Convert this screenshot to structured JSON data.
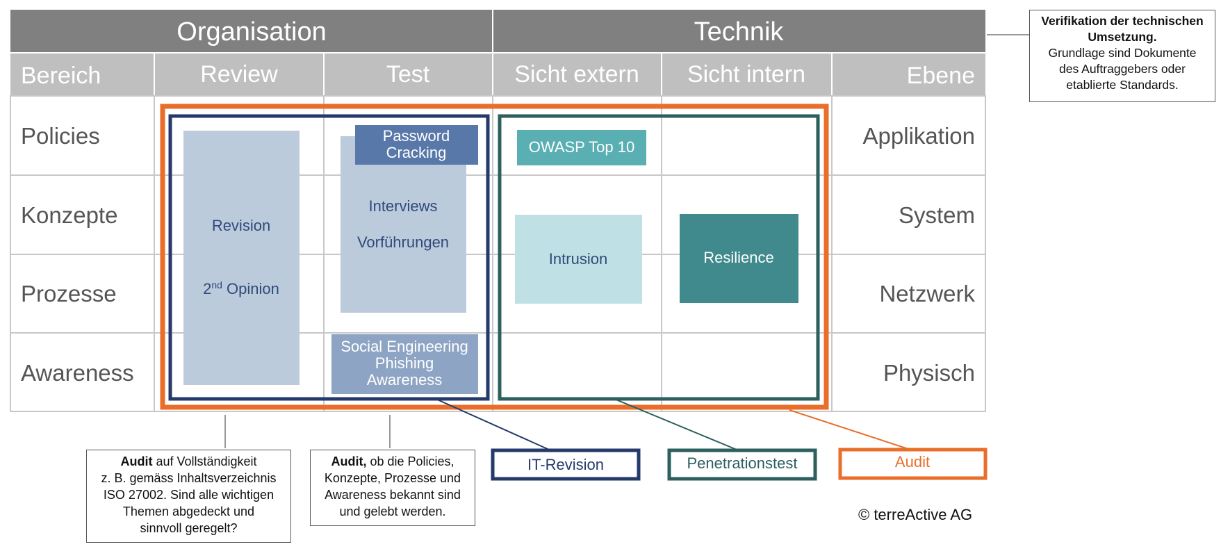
{
  "header": {
    "organisation": "Organisation",
    "technik": "Technik"
  },
  "columns": {
    "bereich": "Bereich",
    "review": "Review",
    "test": "Test",
    "sicht_extern": "Sicht extern",
    "sicht_intern": "Sicht intern",
    "ebene": "Ebene"
  },
  "rows_left": [
    "Policies",
    "Konzepte",
    "Prozesse",
    "Awareness"
  ],
  "rows_right": [
    "Applikation",
    "System",
    "Netzwerk",
    "Physisch"
  ],
  "boxes": {
    "revision": "Revision",
    "second_opinion_num": "2",
    "second_opinion_sup": "nd",
    "second_opinion_rest": " Opinion",
    "password_line1": "Password",
    "password_line2": "Cracking",
    "interviews": "Interviews",
    "vorfuehrungen": "Vorführungen",
    "social_line1": "Social Engineering",
    "social_line2": "Phishing",
    "social_line3": "Awareness",
    "owasp": "OWASP Top 10",
    "intrusion": "Intrusion",
    "resilience": "Resilience"
  },
  "legend": {
    "it_revision": "IT-Revision",
    "penetrationstest": "Penetrationstest",
    "audit": "Audit"
  },
  "notes": {
    "technik_bold1": "Verifikation der technischen",
    "technik_bold2": "Umsetzung.",
    "technik_l1": "Grundlage sind Dokumente",
    "technik_l2": "des Auftraggebers oder",
    "technik_l3": "etablierte Standards.",
    "review_bold": "Audit",
    "review_l1_rest": " auf Vollständigkeit",
    "review_l2": "z. B. gemäss Inhaltsverzeichnis",
    "review_l3": "ISO 27002. Sind alle wichtigen",
    "review_l4": "Themen abgedeckt und",
    "review_l5": "sinnvoll geregelt?",
    "test_bold": "Audit,",
    "test_l1_rest": " ob die Policies,",
    "test_l2": "Konzepte, Prozesse und",
    "test_l3": "Awareness bekannt sind",
    "test_l4": "und gelebt werden."
  },
  "copyright": "© terreActive AG",
  "colors": {
    "header_dark": "#808080",
    "header_light": "#bfbfbf",
    "grid": "#c8c8c8",
    "audit_orange": "#eb6d2a",
    "it_revision_navy": "#253a6b",
    "pentest_teal": "#2c5f5d",
    "light_blue_box": "#bccbdc",
    "password_box": "#5878a9",
    "social_box": "#8ea4c4",
    "owasp_box": "#5aafb3",
    "intrusion_box": "#bfe0e4",
    "resilience_box": "#408a8d"
  }
}
